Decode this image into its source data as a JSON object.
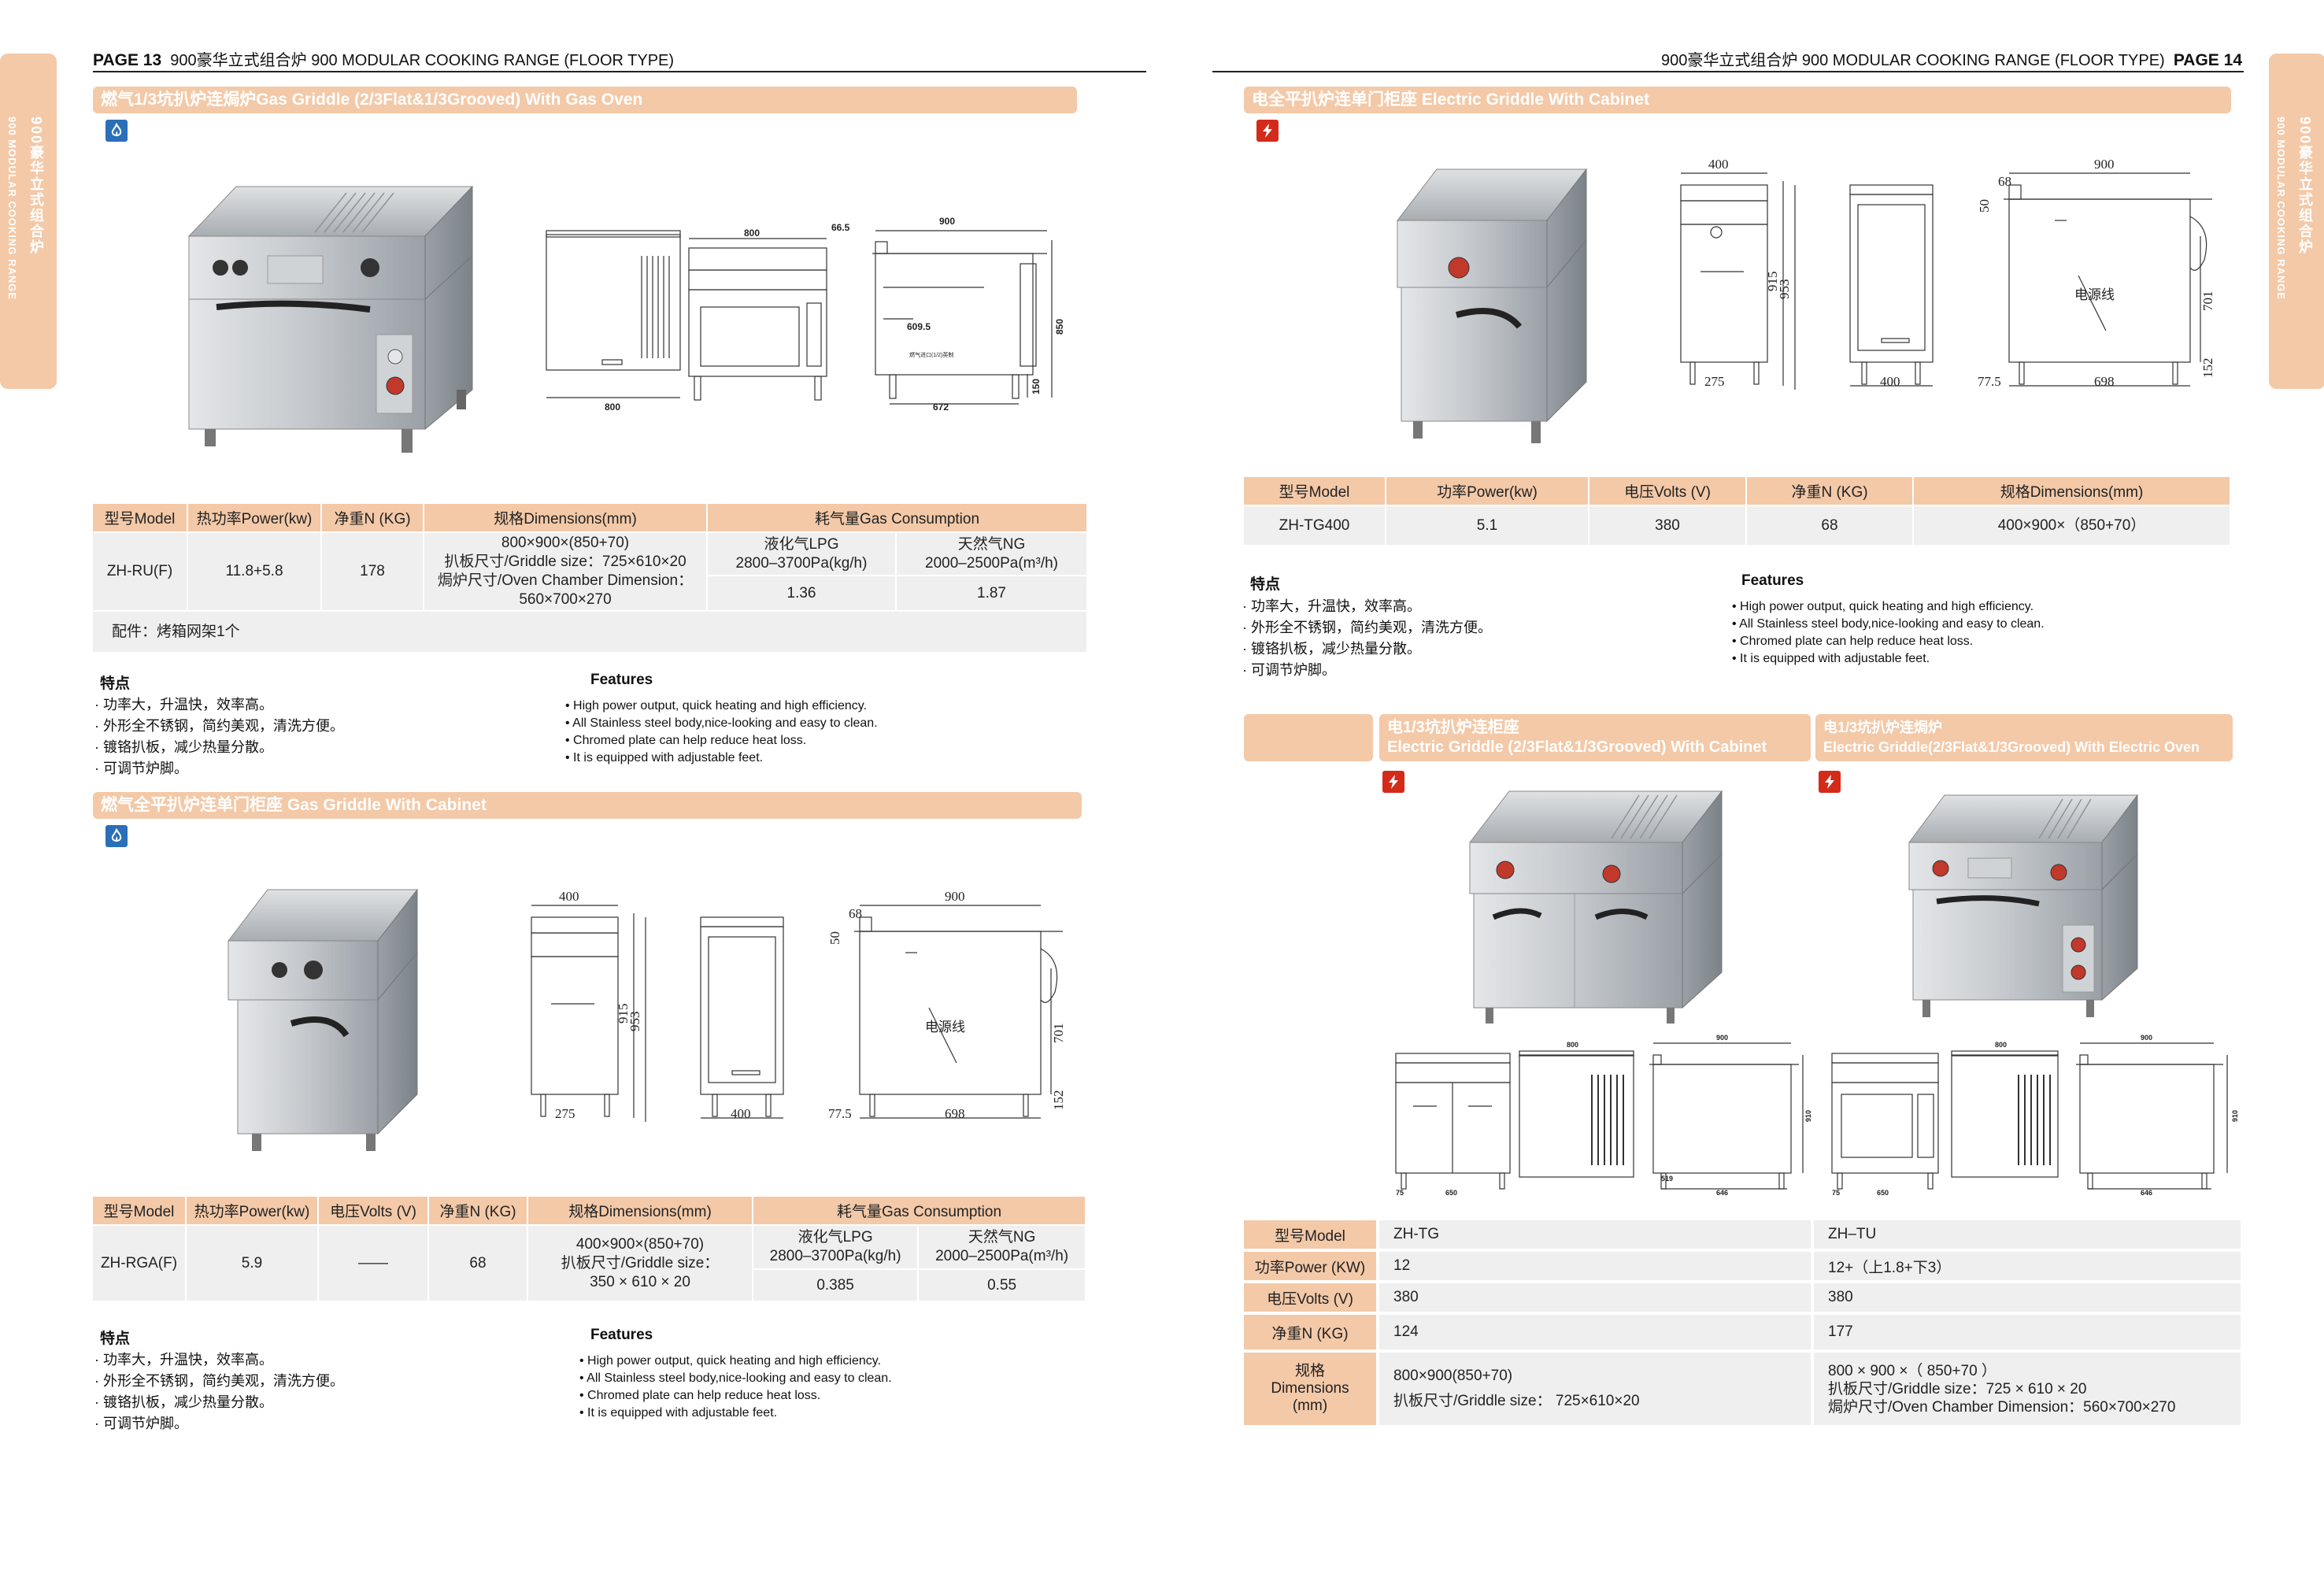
{
  "side_tabs": {
    "left_cn": "900豪华立式组合炉",
    "left_en": "900 MODULAR COOKING RANGE",
    "right_cn": "900豪华立式组合炉",
    "right_en": "900 MODULAR COOKING RANGE"
  },
  "header_left": {
    "page": "PAGE 13",
    "title": "900豪华立式组合炉 900 MODULAR COOKING RANGE (FLOOR TYPE)"
  },
  "header_right": {
    "page": "PAGE 14",
    "title": "900豪华立式组合炉 900 MODULAR COOKING RANGE (FLOOR TYPE)"
  },
  "colors": {
    "accent": "#f3c9a8",
    "gas_icon": "#2a6fb8",
    "elec_icon": "#d42a1a",
    "table_body": "#efefef"
  },
  "icons": {
    "gas": "flame-icon",
    "electric": "lightning-icon"
  },
  "section_ru": {
    "title": "燃气1/3坑扒炉连焗炉Gas Griddle (2/3Flat&1/3Grooved) With Gas Oven",
    "drawing_labels": {
      "d1": "800",
      "d2": "800",
      "d3": "66.5",
      "d4": "900",
      "d5": "609.5",
      "d6": "850",
      "d7": "150",
      "d8": "672",
      "note": "燃气进口(1/2)英制"
    },
    "table": {
      "headers": [
        "型号Model",
        "热功率Power(kw)",
        "净重N (KG)",
        "规格Dimensions(mm)",
        "耗气量Gas Consumption"
      ],
      "model": "ZH-RU(F)",
      "power": "11.8+5.8",
      "weight": "178",
      "dims": [
        "800×900×(850+70)",
        "扒板尺寸/Griddle size：725×610×20",
        "焗炉尺寸/Oven Chamber Dimension：",
        "560×700×270"
      ],
      "lpg_label": "液化气LPG",
      "lpg_pressure": "2800–3700Pa(kg/h)",
      "ng_label": "天然气NG",
      "ng_pressure": "2000–2500Pa(m³/h)",
      "lpg_value": "1.36",
      "ng_value": "1.87"
    },
    "accessory": "配件：烤箱网架1个",
    "features_cn_title": "特点",
    "features_cn": [
      "· 功率大，升温快，效率高。",
      "· 外形全不锈钢，简约美观，清洗方便。",
      "· 镀铬扒板，减少热量分散。",
      "· 可调节炉脚。"
    ],
    "features_en_title": "Features",
    "features_en": [
      "• High power output, quick heating and high efficiency.",
      "• All Stainless steel body,nice-looking and easy to clean.",
      "• Chromed plate can help reduce heat loss.",
      "• It is equipped with adjustable feet."
    ]
  },
  "section_rga": {
    "title": "燃气全平扒炉连单门柜座 Gas Griddle With Cabinet",
    "drawing_labels": {
      "w1": "400",
      "h1": "915",
      "h2": "953",
      "b1": "275",
      "b2": "400",
      "t1": "68",
      "t2": "900",
      "s1": "50",
      "note": "电源线",
      "h3": "701",
      "b3": "77.5",
      "b4": "698",
      "b5": "152"
    },
    "table": {
      "headers": [
        "型号Model",
        "热功率Power(kw)",
        "电压Volts (V)",
        "净重N (KG)",
        "规格Dimensions(mm)",
        "耗气量Gas Consumption"
      ],
      "model": "ZH-RGA(F)",
      "power": "5.9",
      "volts": "——",
      "weight": "68",
      "dims": [
        "400×900×(850+70)",
        "扒板尺寸/Griddle size：",
        "350 × 610 × 20"
      ],
      "lpg_label": "液化气LPG",
      "lpg_pressure": "2800–3700Pa(kg/h)",
      "ng_label": "天然气NG",
      "ng_pressure": "2000–2500Pa(m³/h)",
      "lpg_value": "0.385",
      "ng_value": "0.55"
    },
    "features_cn_title": "特点",
    "features_cn": [
      "· 功率大，升温快，效率高。",
      "· 外形全不锈钢，简约美观，清洗方便。",
      "· 镀铬扒板，减少热量分散。",
      "· 可调节炉脚。"
    ],
    "features_en_title": "Features",
    "features_en": [
      "• High power output, quick heating and high efficiency.",
      "• All Stainless steel body,nice-looking and easy to clean.",
      "• Chromed plate can help reduce heat loss.",
      "• It is equipped with adjustable feet."
    ]
  },
  "section_tg400": {
    "title": "电全平扒炉连单门柜座 Electric Griddle With Cabinet",
    "drawing_labels": {
      "w1": "400",
      "h1": "915",
      "h2": "953",
      "b1": "275",
      "b2": "400",
      "t1": "68",
      "t2": "900",
      "s1": "50",
      "note": "电源线",
      "h3": "701",
      "b3": "77.5",
      "b4": "698",
      "b5": "152"
    },
    "table": {
      "headers": [
        "型号Model",
        "功率Power(kw)",
        "电压Volts (V)",
        "净重N (KG)",
        "规格Dimensions(mm)"
      ],
      "model": "ZH-TG400",
      "power": "5.1",
      "volts": "380",
      "weight": "68",
      "dims": "400×900×（850+70）"
    },
    "features_cn_title": "特点",
    "features_cn": [
      "· 功率大，升温快，效率高。",
      "· 外形全不锈钢，简约美观，清洗方便。",
      "· 镀铬扒板，减少热量分散。",
      "· 可调节炉脚。"
    ],
    "features_en_title": "Features",
    "features_en": [
      "• High power output, quick heating and high efficiency.",
      "• All Stainless steel body,nice-looking and easy to clean.",
      "• Chromed plate can help reduce heat loss.",
      "• It is equipped with adjustable feet."
    ]
  },
  "section_tg_tu": {
    "title_tg_cn": "电1/3坑扒炉连柜座",
    "title_tg_en": "Electric Griddle (2/3Flat&1/3Grooved) With Cabinet",
    "title_tu_cn": "电1/3坑扒炉连焗炉",
    "title_tu_en": "Electric Griddle(2/3Flat&1/3Grooved) With Electric Oven",
    "drawing_labels_tg": {
      "a": "800",
      "b": "900",
      "c": "650",
      "d": "519",
      "e": "646",
      "f": "75",
      "g": "910"
    },
    "drawing_labels_tu": {
      "a": "800",
      "b": "900",
      "c": "650",
      "d": "646",
      "e": "75",
      "f": "910"
    },
    "rows": [
      {
        "label": "型号Model",
        "tg": "ZH-TG",
        "tu": "ZH–TU"
      },
      {
        "label": "功率Power (KW)",
        "tg": "12",
        "tu": "12+（上1.8+下3）"
      },
      {
        "label": "电压Volts (V)",
        "tg": "380",
        "tu": "380"
      },
      {
        "label": "净重N (KG)",
        "tg": "124",
        "tu": "177"
      }
    ],
    "dims_label": [
      "规格",
      "Dimensions",
      "(mm)"
    ],
    "dims_tg": [
      "800×900(850+70)",
      "扒板尺寸/Griddle  size：  725×610×20"
    ],
    "dims_tu": [
      "800 × 900 ×（ 850+70 ）",
      "扒板尺寸/Griddle  size：725 × 610 × 20",
      "焗炉尺寸/Oven Chamber Dimension：560×700×270"
    ]
  }
}
